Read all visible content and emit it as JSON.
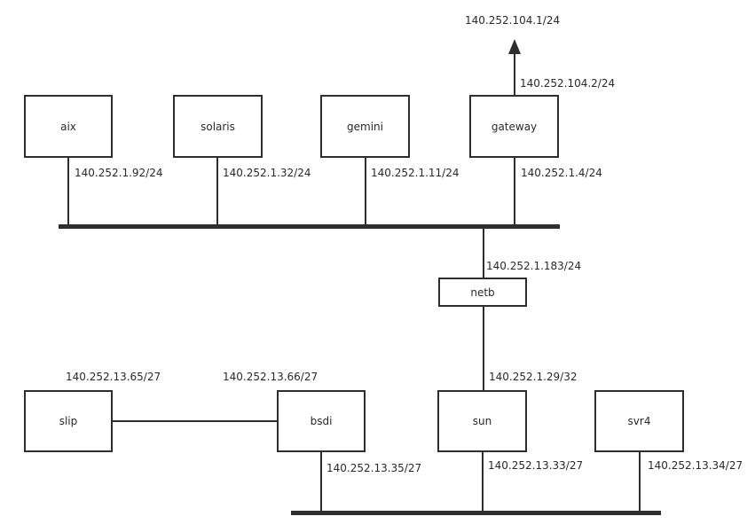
{
  "diagram": {
    "nodes": {
      "aix": {
        "label": "aix"
      },
      "solaris": {
        "label": "solaris"
      },
      "gemini": {
        "label": "gemini"
      },
      "gateway": {
        "label": "gateway"
      },
      "netb": {
        "label": "netb"
      },
      "slip": {
        "label": "slip"
      },
      "bsdi": {
        "label": "bsdi"
      },
      "sun": {
        "label": "sun"
      },
      "svr4": {
        "label": "svr4"
      }
    },
    "ips": {
      "internet_up": "140.252.104.1/24",
      "gateway_wan": "140.252.104.2/24",
      "aix_if": "140.252.1.92/24",
      "solaris_if": "140.252.1.32/24",
      "gemini_if": "140.252.1.11/24",
      "gateway_lan": "140.252.1.4/24",
      "netb_top": "140.252.1.183/24",
      "sun_ppp": "140.252.1.29/32",
      "slip_if": "140.252.13.65/27",
      "bsdi_slip_if": "140.252.13.66/27",
      "bsdi_eth": "140.252.13.35/27",
      "sun_eth": "140.252.13.33/27",
      "svr4_eth": "140.252.13.34/27"
    },
    "colors": {
      "line": "#2e2e2e",
      "text": "#2a2a2a",
      "background": "#ffffff"
    }
  }
}
